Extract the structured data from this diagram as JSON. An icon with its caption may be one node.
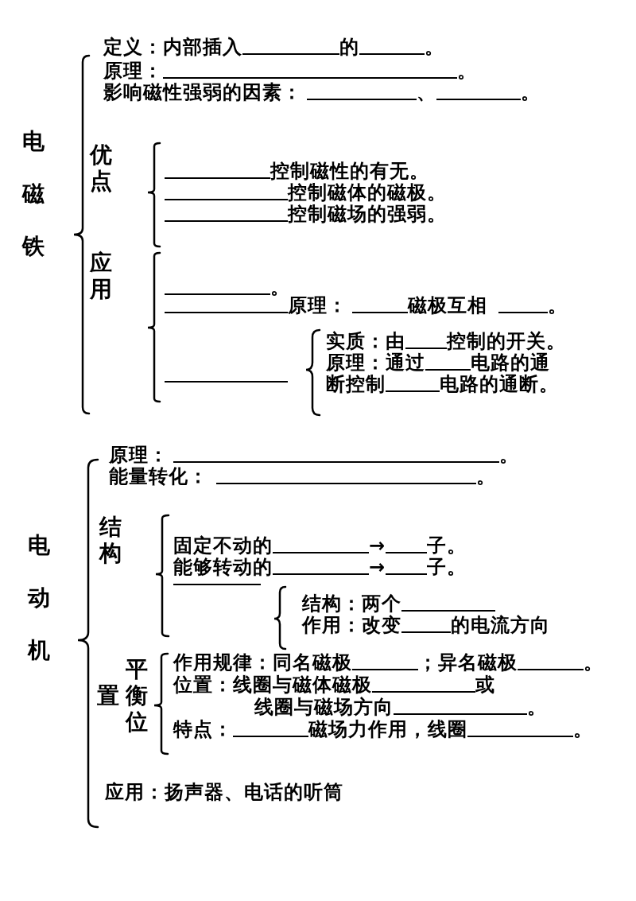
{
  "diagram": {
    "labels": [
      "电磁铁",
      "定义：内部插入",
      "的",
      "。",
      "原理：",
      "。",
      "影响磁性强弱的因素：",
      "、",
      "。",
      "优点",
      "控制磁性的有无。",
      "控制磁体的磁极。",
      "控制磁场的强弱。",
      "应用",
      "。",
      "原理：",
      "磁极互相",
      "。",
      "实质：由",
      "控制的开关。",
      "原理：通过",
      "电路的通",
      "断控制",
      "电路的通断。",
      "电动机",
      "原理：",
      "。",
      "能量转化：",
      "。",
      "结构",
      "固定不动的",
      "→",
      "子。",
      "能够转动的",
      "→",
      "子。",
      "结构：两个",
      "作用：改变",
      "的电流方向",
      "平衡位",
      "置",
      "作用规律：同名磁极",
      "；异名磁极",
      "。",
      "位置：线圈与磁体磁极",
      "或",
      "线圈与磁场方向",
      "。",
      "特点：",
      "磁场力作用，线圈",
      "。",
      "应用：扬声器、电话的听筒"
    ]
  }
}
